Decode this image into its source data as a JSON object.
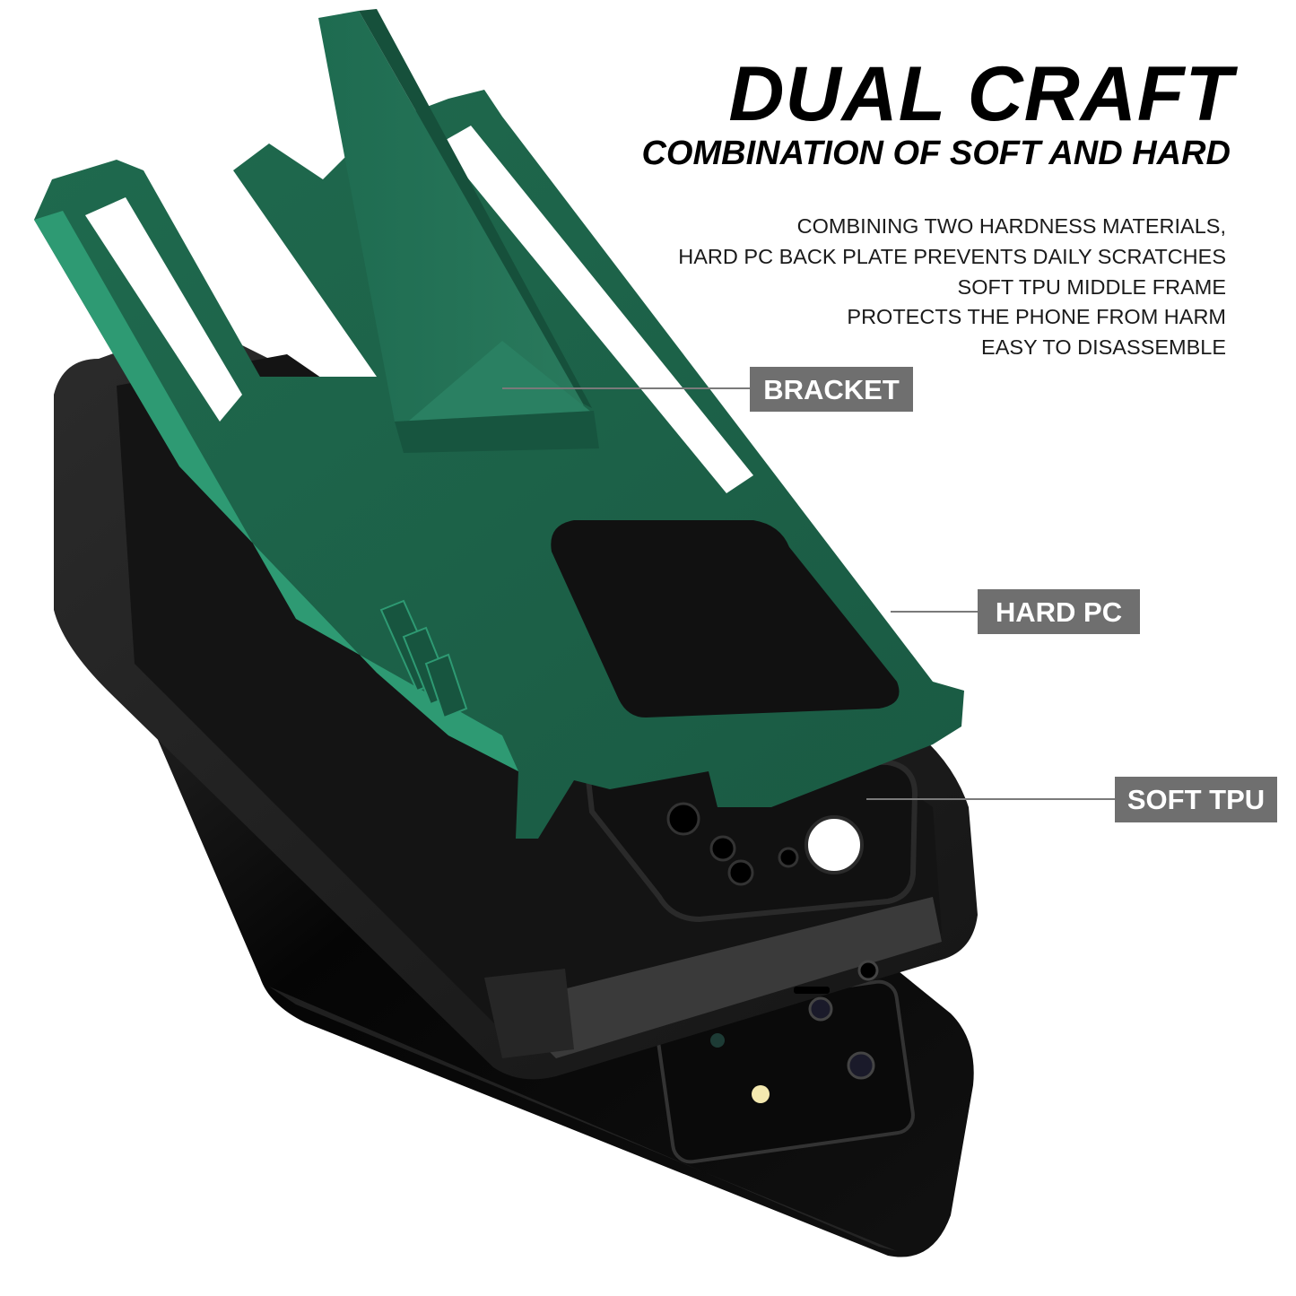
{
  "headline": {
    "title": "DUAL CRAFT",
    "subtitle": "COMBINATION OF SOFT AND HARD"
  },
  "description": [
    "COMBINING TWO HARDNESS MATERIALS,",
    "HARD PC BACK PLATE PREVENTS DAILY SCRATCHES",
    "SOFT TPU MIDDLE FRAME",
    "PROTECTS THE PHONE FROM HARM",
    "EASY TO DISASSEMBLE"
  ],
  "callouts": [
    {
      "label": "BRACKET"
    },
    {
      "label": "HARD PC"
    },
    {
      "label": "SOFT TPU"
    }
  ],
  "colors": {
    "background": "#ffffff",
    "text": "#000000",
    "label_bg": "#6f6f6f",
    "label_text": "#ffffff",
    "case_green_light": "#2e9a73",
    "case_green_mid": "#22684e",
    "case_green_dark": "#144233",
    "tpu_black": "#1e1e1e",
    "phone_black": "#050505"
  }
}
